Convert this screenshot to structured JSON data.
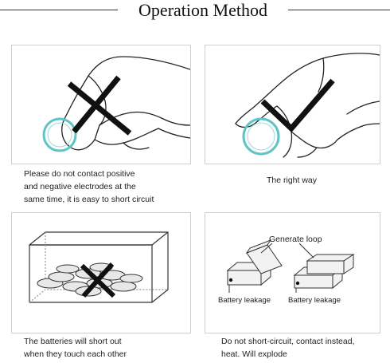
{
  "page": {
    "title": "Operation Method",
    "colors": {
      "rule": "#333333",
      "panel_border": "#cfcfcf",
      "battery_ring": "#5fc4c4",
      "mark": "#111111"
    }
  },
  "panels": [
    {
      "icon": "hand-wrong-grip-icon",
      "caption_lines": [
        "Please do not contact positive",
        "and negative electrodes at the",
        "same time, it is easy to short circuit"
      ]
    },
    {
      "icon": "hand-right-grip-icon",
      "caption_lines": [
        "The right way"
      ]
    },
    {
      "icon": "batteries-in-box-icon",
      "caption_lines": [
        "The batteries will short out",
        "when they touch each other"
      ]
    },
    {
      "icon": "battery-loop-icon",
      "labels": {
        "generate_loop": "Generate loop",
        "leakage_left": "Battery leakage",
        "leakage_right": "Battery leakage"
      },
      "caption_lines": [
        "Do not short-circuit, contact instead,",
        "heat. Will explode"
      ]
    }
  ]
}
